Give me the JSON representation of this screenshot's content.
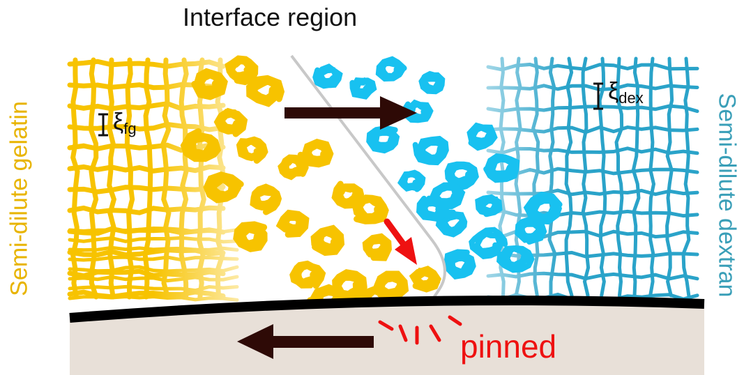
{
  "diagram": {
    "title": "Interface region",
    "left_label": "Semi-dilute gelatin",
    "right_label": "Semi-dilute dextran",
    "xi_fg": {
      "symbol": "ξ",
      "subscript": "fg"
    },
    "xi_dex": {
      "symbol": "ξ",
      "subscript": "dex"
    },
    "pinned_label": "pinned",
    "colors": {
      "gelatin": "#f7c300",
      "dextran": "#18c1f0",
      "dextran_mesh": "#2aa3c9",
      "substrate": "#e8e0d8",
      "substrate_edge": "#000000",
      "arrow_dark": "#2e0a06",
      "arrow_red": "#ee1111",
      "interface_line": "#c8c8c8",
      "left_label": "#e8b400",
      "right_label": "#3a9fb8",
      "pinned": "#ee1111"
    },
    "arrows": [
      {
        "name": "flow-right-arrow",
        "direction": "right",
        "color": "arrow_dark"
      },
      {
        "name": "substrate-left-arrow",
        "direction": "left",
        "color": "arrow_dark"
      },
      {
        "name": "pinning-arrow",
        "direction": "down-right",
        "color": "arrow_red"
      }
    ]
  }
}
